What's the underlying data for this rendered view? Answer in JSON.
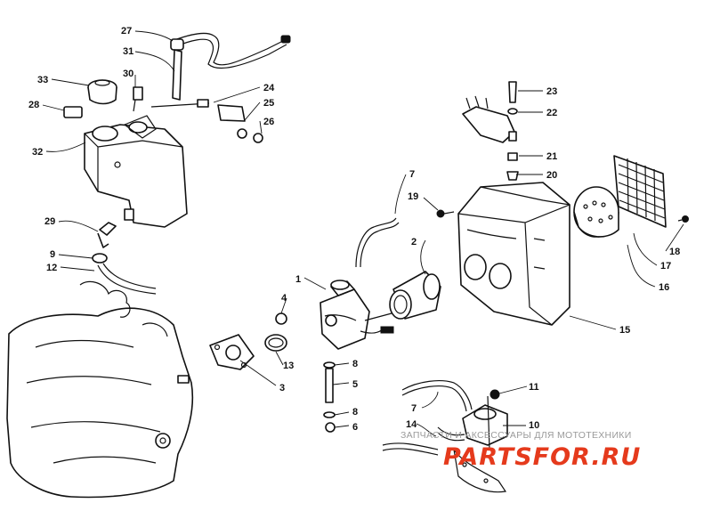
{
  "callouts": [
    "1",
    "2",
    "3",
    "4",
    "5",
    "6",
    "7",
    "7",
    "8",
    "8",
    "9",
    "10",
    "11",
    "12",
    "13",
    "14",
    "15",
    "16",
    "17",
    "18",
    "19",
    "20",
    "21",
    "22",
    "23",
    "24",
    "25",
    "26",
    "27",
    "28",
    "29",
    "30",
    "31",
    "32",
    "33"
  ],
  "watermark": {
    "tagline": "ЗАПЧАСТИ И АКСЕССУАРЫ ДЛЯ МОТОТЕХНИКИ",
    "brand": "PARTSFOR.RU",
    "brand_color": "#e53a1c"
  }
}
